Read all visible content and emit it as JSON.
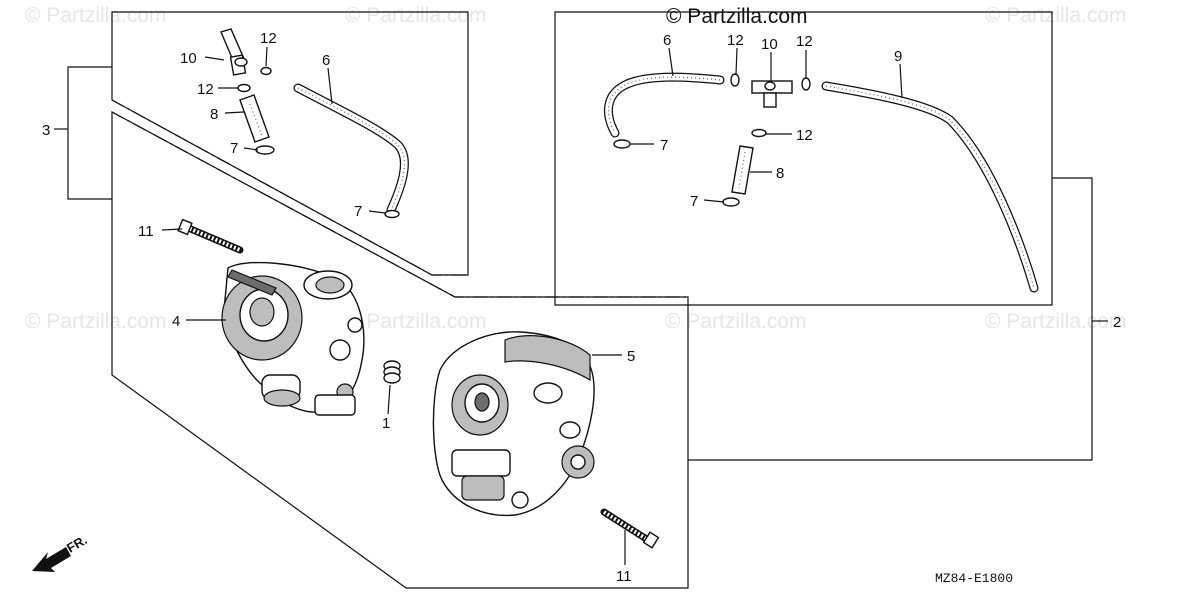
{
  "watermarks": {
    "top_center": "© Partzilla.com",
    "faint": "© Partzilla.com"
  },
  "callouts": {
    "c1": "1",
    "c2": "2",
    "c3": "3",
    "c4": "4",
    "c5": "5",
    "c6_left": "6",
    "c6_right": "6",
    "c7_left_a": "7",
    "c7_left_b": "7",
    "c7_right_a": "7",
    "c7_right_b": "7",
    "c8_left": "8",
    "c8_right": "8",
    "c9": "9",
    "c10_left": "10",
    "c10_right": "10",
    "c11_top": "11",
    "c11_bottom": "11",
    "c12_left_a": "12",
    "c12_left_b": "12",
    "c12_right_a": "12",
    "c12_right_b": "12",
    "c12_right_c": "12"
  },
  "diagram_code": "MZ84-E1800",
  "direction_label": "FR."
}
